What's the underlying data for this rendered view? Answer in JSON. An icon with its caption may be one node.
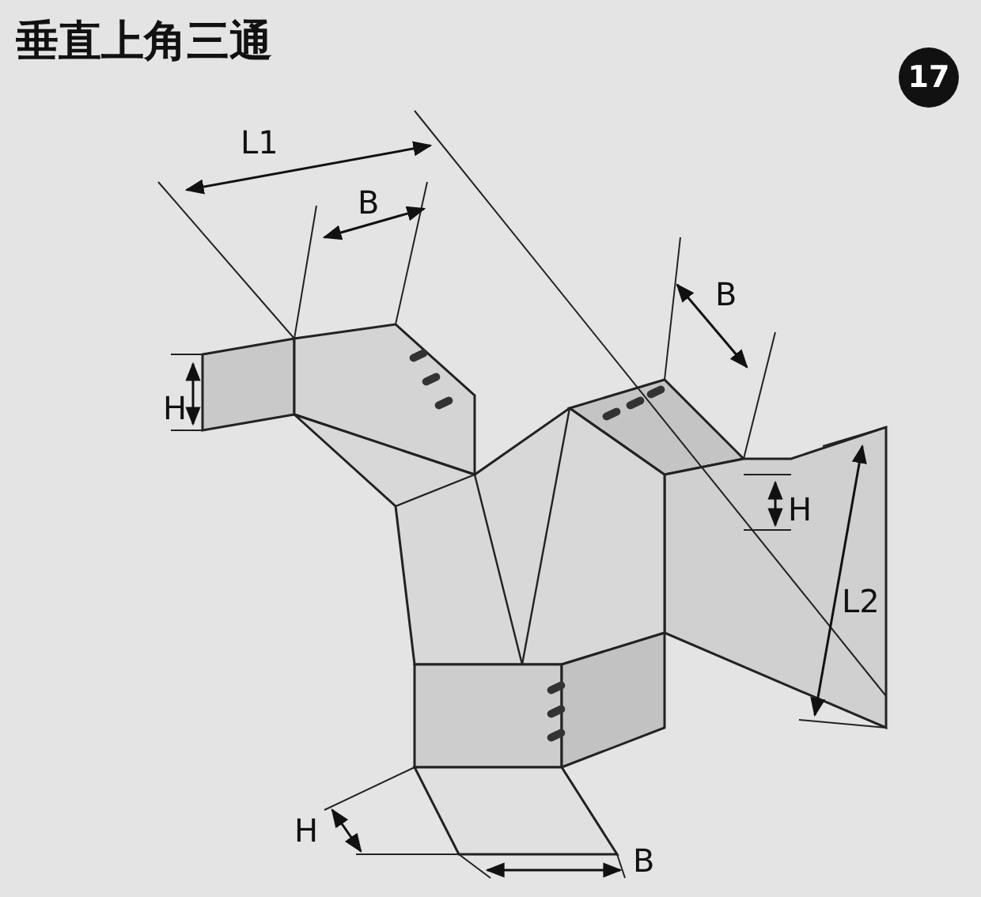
{
  "diagram": {
    "title": "垂直上角三通",
    "labels": [
      "17",
      "L1",
      "B",
      "B",
      "H",
      "H",
      "L2",
      "H",
      "B"
    ]
  }
}
